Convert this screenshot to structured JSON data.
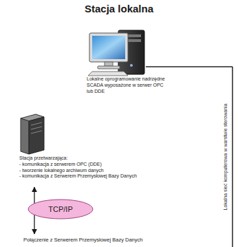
{
  "diagram": {
    "title": "Stacja lokalna",
    "nodes": [
      {
        "text": [
          "Lokalne oprogramowanie nadrzędne SCADA wyposażone w serwer OPC lub DDE"
        ]
      },
      {
        "text": [
          "Stacja przetwarzająca:",
          "- komunikacja z serwerem OPC (DDE)",
          "- tworzenie lokalnego archiwum danych",
          "- komunikacja z Serwerem Przemysłowej Bazy Danych"
        ]
      },
      {
        "text": [
          "TCP/IP"
        ]
      }
    ],
    "labels": [
      "Lokalna sieć komputerowa w warstwie sterowania",
      "Połączenie z Serwerem Przemysłowej Bazy Danych"
    ]
  }
}
